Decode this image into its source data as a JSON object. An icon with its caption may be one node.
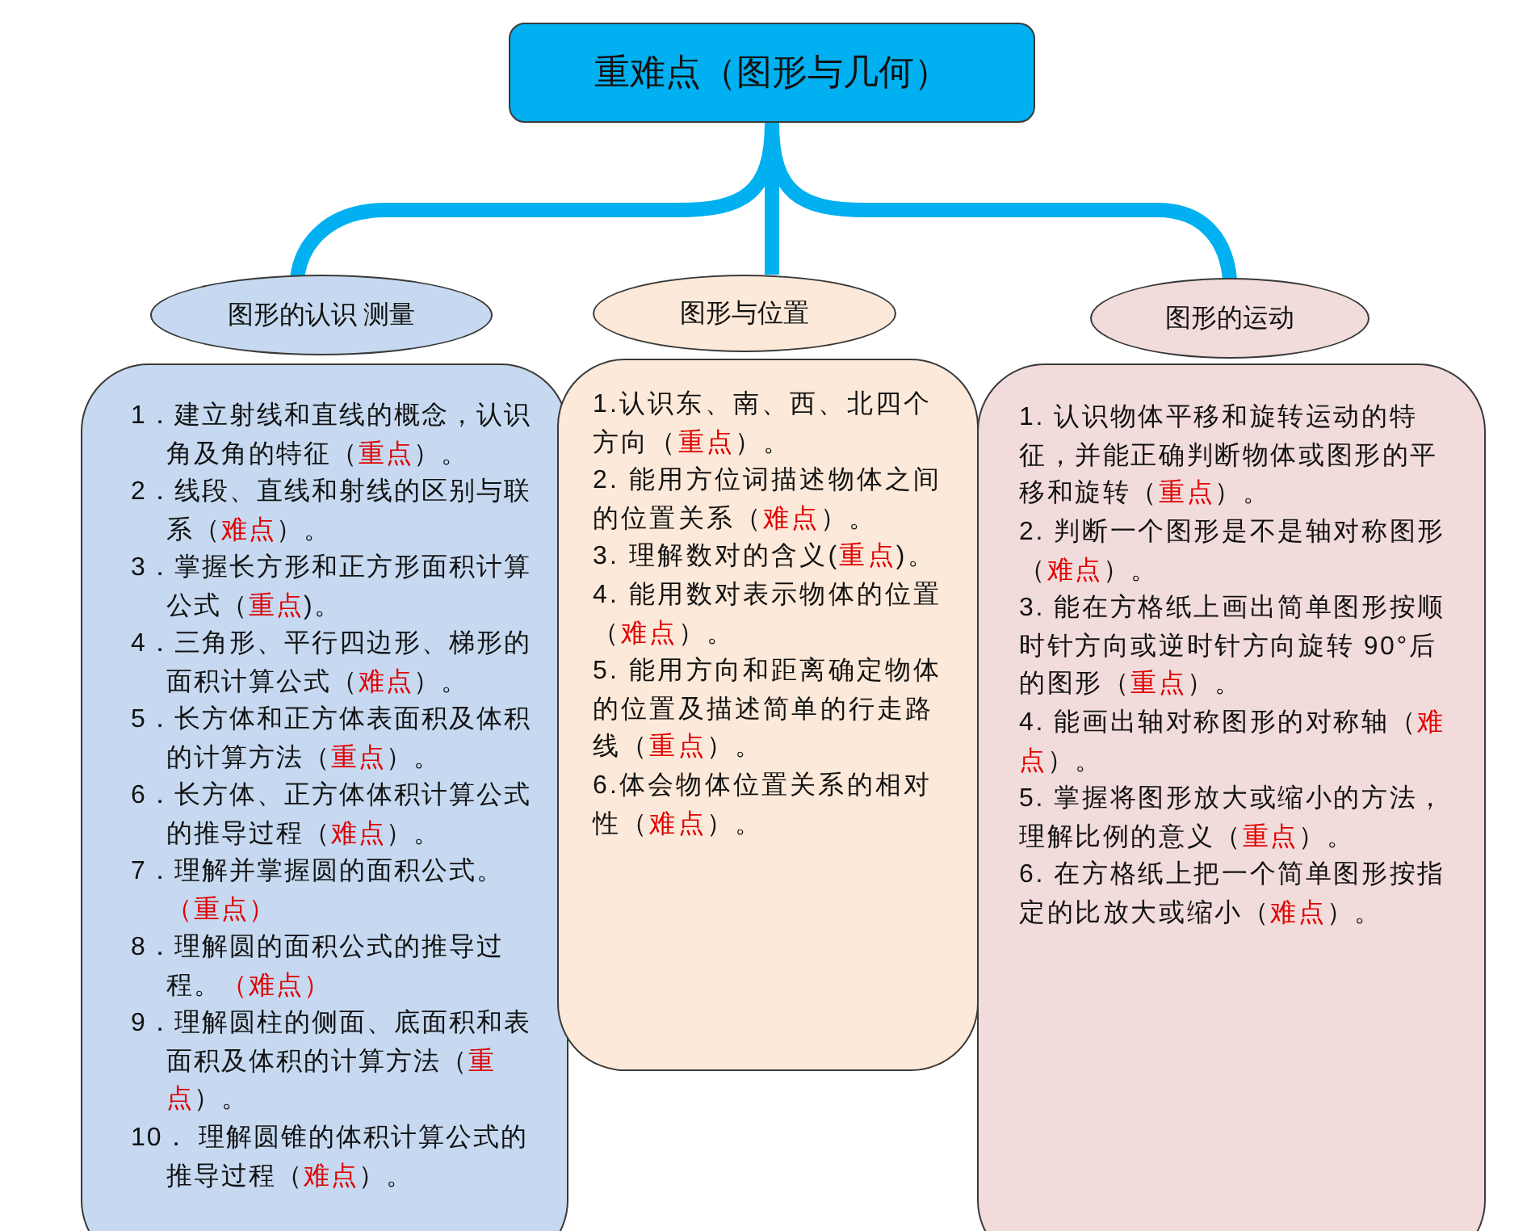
{
  "diagram": {
    "nodes": [
      {
        "text": [
          "重难点（图形与几何）"
        ]
      },
      {
        "text": [
          "图形的认识 测量"
        ]
      },
      {
        "text": [
          "图形与位置"
        ]
      },
      {
        "text": [
          "图形的运动"
        ]
      },
      {
        "text": [
          "1．建立射线和直线的概念，认识角及角的特征（*重点*）。",
          "2．线段、直线和射线的区别与联系（*难点*）。",
          "3．掌握长方形和正方形面积计算公式（*重点*)。",
          "4．三角形、平行四边形、梯形的面积计算公式（*难点*）。",
          "5．长方体和正方体表面积及体积的计算方法（*重点*）。",
          "6．长方体、正方体体积计算公式的推导过程（*难点*）。",
          "7．理解并掌握圆的面积公式。*（重点）*",
          "8．理解圆的面积公式的推导过程。*（难点）*",
          "9．理解圆柱的侧面、底面积和表面积及体积的计算方法（*重点*）。",
          "10．  理解圆锥的体积计算公式的推导过程（*难点*）。"
        ]
      },
      {
        "text": [
          "1.认识东、南、西、北四个方向（*重点*）。",
          "2. 能用方位词描述物体之间的位置关系（*难点*）。",
          "3. 理解数对的含义(*重点*)。",
          "4. 能用数对表示物体的位置（*难点*）。",
          "5. 能用方向和距离确定物体的位置及描述简单的行走路线（*重点*）。",
          "6.体会物体位置关系的相对性（*难点*）。"
        ]
      },
      {
        "text": [
          "1. 认识物体平移和旋转运动的特征，并能正确判断物体或图形的平移和旋转（*重点*）。",
          "2. 判断一个图形是不是轴对称图形（*难点*）。",
          "3. 能在方格纸上画出简单图形按顺时针方向或逆时针方向旋转 90°后的图形（*重点*）。",
          "4. 能画出轴对称图形的对称轴（*难点*）。",
          "5. 掌握将图形放大或缩小的方法，理解比例的意义（*重点*）。",
          "6. 在方格纸上把一个简单图形按指定的比放大或缩小（*难点*）。"
        ]
      }
    ],
    "edges": [
      {
        "from": 0,
        "to": 1,
        "arrow": "none"
      },
      {
        "from": 0,
        "to": 2,
        "arrow": "none"
      },
      {
        "from": 0,
        "to": 3,
        "arrow": "none"
      }
    ]
  }
}
